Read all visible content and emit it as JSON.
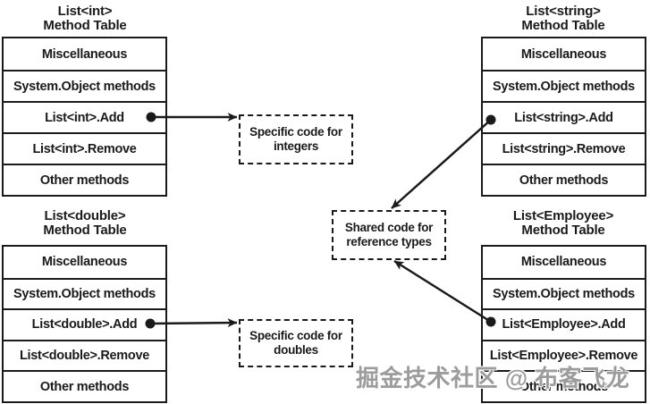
{
  "diagram": {
    "tables": [
      {
        "title": [
          "List<int>",
          "Method Table"
        ],
        "rows": [
          "Miscellaneous",
          "System.Object methods",
          "List<int>.Add",
          "List<int>.Remove",
          "Other methods"
        ]
      },
      {
        "title": [
          "List<string>",
          "Method Table"
        ],
        "rows": [
          "Miscellaneous",
          "System.Object methods",
          "List<string>.Add",
          "List<string>.Remove",
          "Other methods"
        ]
      },
      {
        "title": [
          "List<double>",
          "Method Table"
        ],
        "rows": [
          "Miscellaneous",
          "System.Object methods",
          "List<double>.Add",
          "List<double>.Remove",
          "Other methods"
        ]
      },
      {
        "title": [
          "List<Employee>",
          "Method Table"
        ],
        "rows": [
          "Miscellaneous",
          "System.Object methods",
          "List<Employee>.Add",
          "List<Employee>.Remove",
          "Other methods"
        ]
      }
    ],
    "code_boxes": [
      {
        "lines": [
          "Specific code for",
          "integers"
        ]
      },
      {
        "lines": [
          "Shared code for",
          "reference types"
        ]
      },
      {
        "lines": [
          "Specific code for",
          "doubles"
        ]
      }
    ],
    "watermark": "掘金技术社区 @ 布客飞龙",
    "colors": {
      "ink": "#1a1a1a",
      "background": "#ffffff",
      "watermark": "#9c9c9c"
    }
  }
}
